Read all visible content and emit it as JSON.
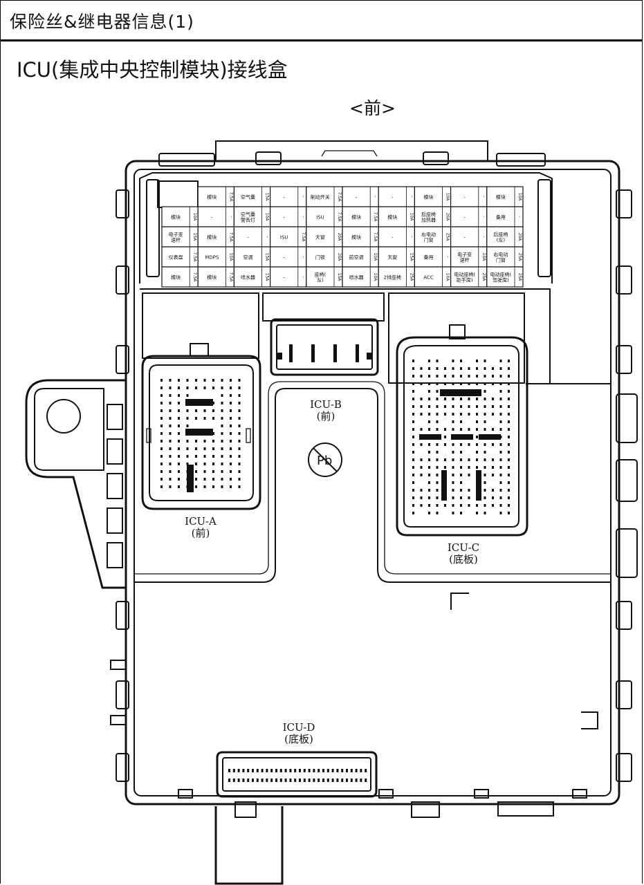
{
  "header": {
    "title": "保险丝&继电器信息(1)"
  },
  "subtitle": "ICU(集成中央控制模块)接线盒",
  "orientation_label": "<前>",
  "connectors": {
    "a": {
      "name": "ICU-A",
      "loc": "(前)"
    },
    "b": {
      "name": "ICU-B",
      "loc": "(前)"
    },
    "c": {
      "name": "ICU-C",
      "loc": "(底板)"
    },
    "d": {
      "name": "ICU-D",
      "loc": "(底板)"
    }
  },
  "pb_symbol": "Pb",
  "fuse_grid": {
    "rows": [
      [
        "",
        "模块",
        "空气囊",
        "-",
        "制动开关",
        "-",
        "-",
        "模块",
        "-",
        "模块"
      ],
      [
        "模块",
        "-",
        "空气囊警告灯",
        "-",
        "ISU",
        "模块",
        "模块",
        "后座椅加热器",
        "-",
        "备用"
      ],
      [
        "电子变速杆",
        "模块",
        "-",
        "ISU",
        "天窗",
        "模块",
        "-",
        "右电动门窗",
        "-",
        "后座椅(左)"
      ],
      [
        "仪表盘",
        "MDPS",
        "空调",
        "-",
        "门锁",
        "前空调",
        "天窗",
        "备用",
        "电子变速杆",
        "右电动门窗"
      ],
      [
        "模块",
        "模块",
        "喷水器",
        "-",
        "座椅(左)",
        "喷水器",
        "2排座椅",
        "ACC",
        "电动座椅(助手席)",
        "电动座椅(驾驶席)"
      ]
    ],
    "amps": [
      [
        "",
        "7.5A",
        "15A",
        "-",
        "7.5A",
        "-",
        "-",
        "10A",
        "-",
        "10A"
      ],
      [
        "10A",
        "-",
        "10A",
        "-",
        "7.5A",
        "7.5A",
        "10A",
        "20A",
        "-",
        "-"
      ],
      [
        "15A",
        "7.5A",
        "-",
        "7.5A",
        "20A",
        "7.5A",
        "-",
        "25A",
        "-",
        "20A"
      ],
      [
        "7.5A",
        "10A",
        "15A",
        "-",
        "20A",
        "10A",
        "15A",
        "-",
        "10A",
        "25A"
      ],
      [
        "7.5A",
        "7.5A",
        "15A",
        "-",
        "15A",
        "10A",
        "25A",
        "10A",
        "25A",
        "25A"
      ]
    ]
  }
}
